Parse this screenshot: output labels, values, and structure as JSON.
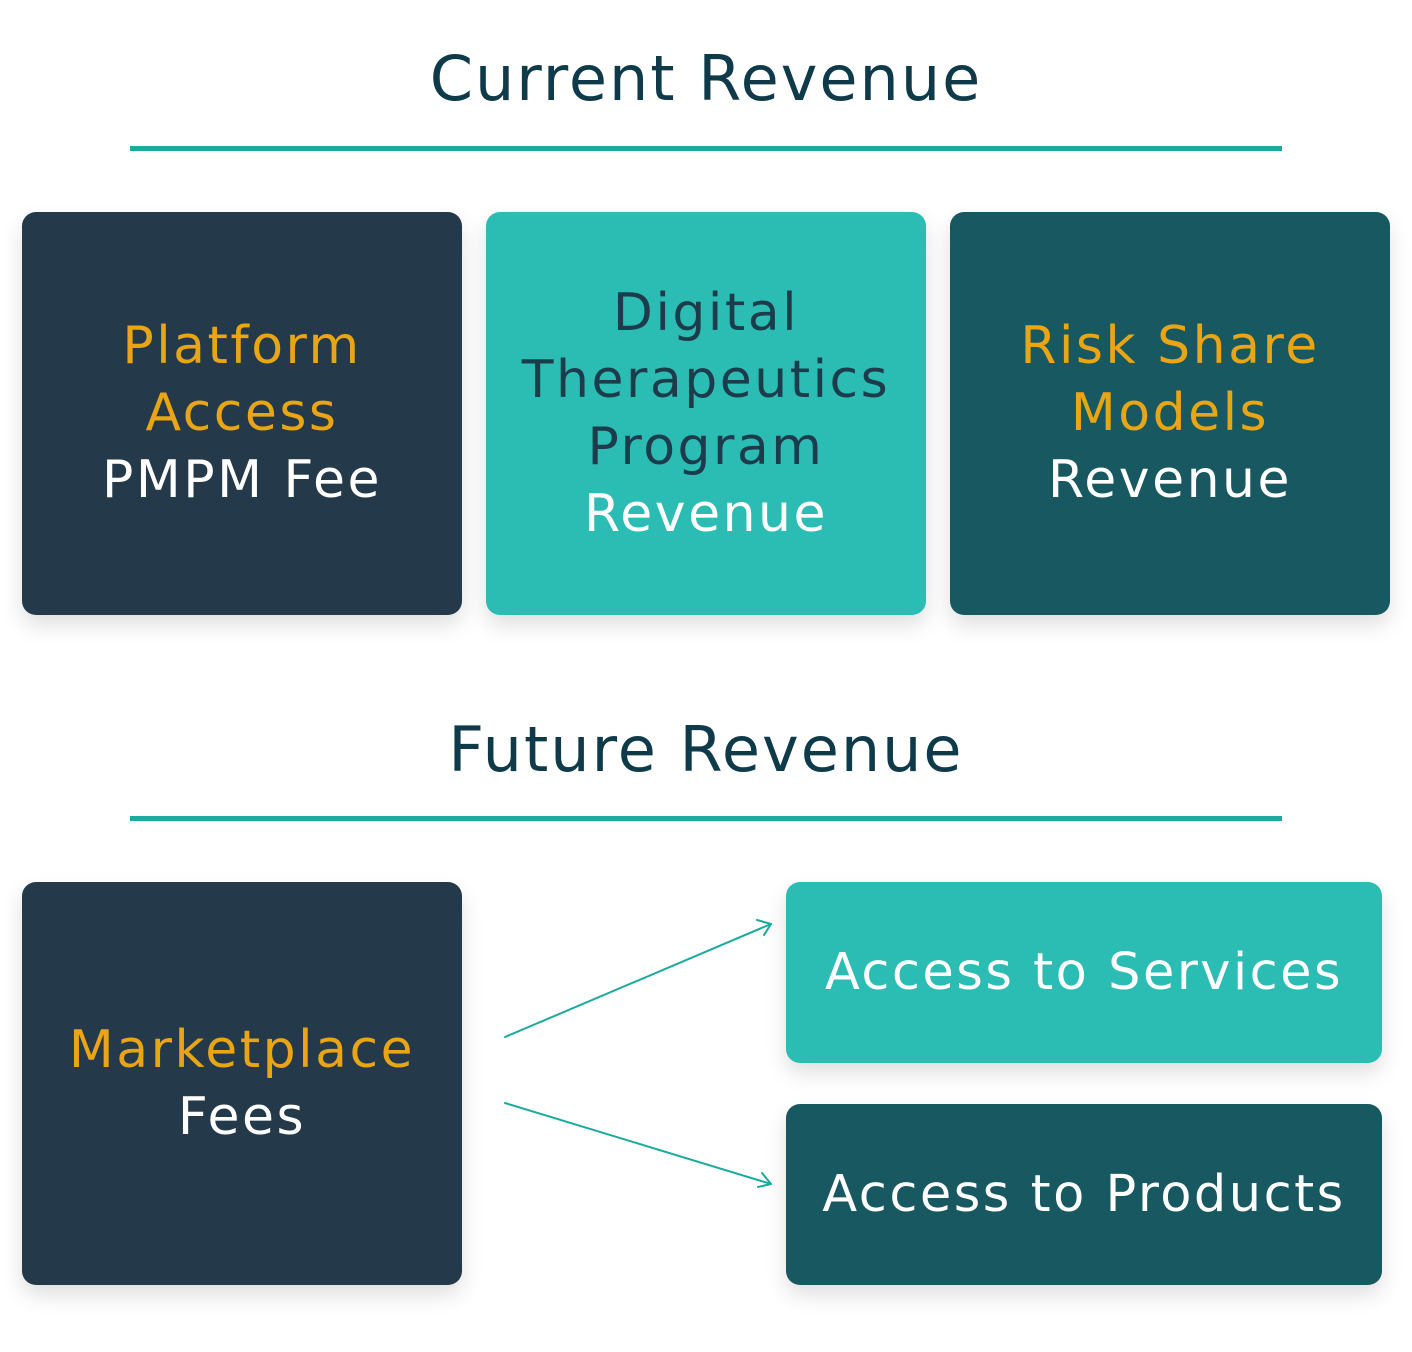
{
  "colors": {
    "heading": "#0f3a4a",
    "rule": "#1aaa9e",
    "navy": "#243a4a",
    "teal": "#2bbcb4",
    "dark_teal": "#185860",
    "accent_text": "#e9a514",
    "light_text": "#ffffff",
    "dark_text": "#1c3c4c",
    "arrow": "#1aaa9e"
  },
  "current": {
    "title": "Current Revenue",
    "boxes": [
      {
        "highlight": [
          "Platform",
          "Access"
        ],
        "normal": [
          "PMPM Fee"
        ]
      },
      {
        "dark": [
          "Digital",
          "Therapeutics",
          "Program"
        ],
        "normal": [
          "Revenue"
        ]
      },
      {
        "highlight": [
          "Risk Share",
          "Models"
        ],
        "normal": [
          "Revenue"
        ]
      }
    ]
  },
  "future": {
    "title": "Future Revenue",
    "source": {
      "highlight": [
        "Marketplace"
      ],
      "normal": [
        "Fees"
      ]
    },
    "targets": [
      {
        "label": "Access to Services"
      },
      {
        "label": "Access to Products"
      }
    ]
  }
}
